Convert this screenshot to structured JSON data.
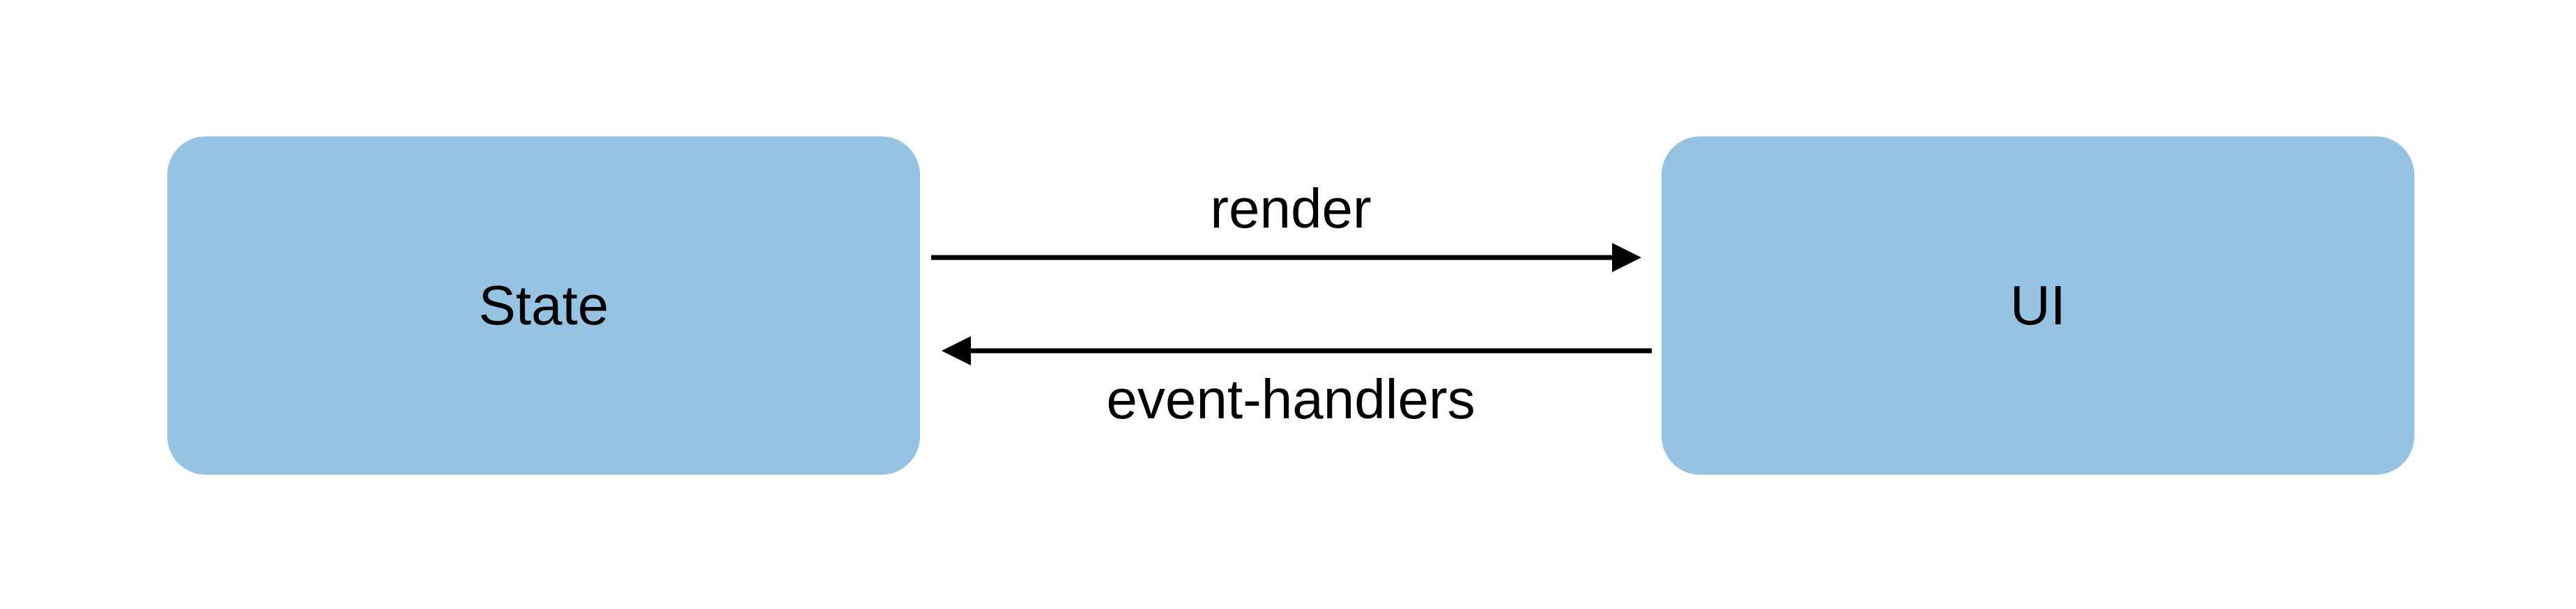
{
  "colors": {
    "node_fill": "#96c3e1",
    "arrow": "#000000",
    "text": "#000000",
    "background": "#ffffff"
  },
  "nodes": {
    "state": {
      "label": "State"
    },
    "ui": {
      "label": "UI"
    }
  },
  "edges": {
    "render": {
      "label": "render",
      "from": "State",
      "to": "UI"
    },
    "event_handlers": {
      "label": "event-handlers",
      "from": "UI",
      "to": "State"
    }
  }
}
